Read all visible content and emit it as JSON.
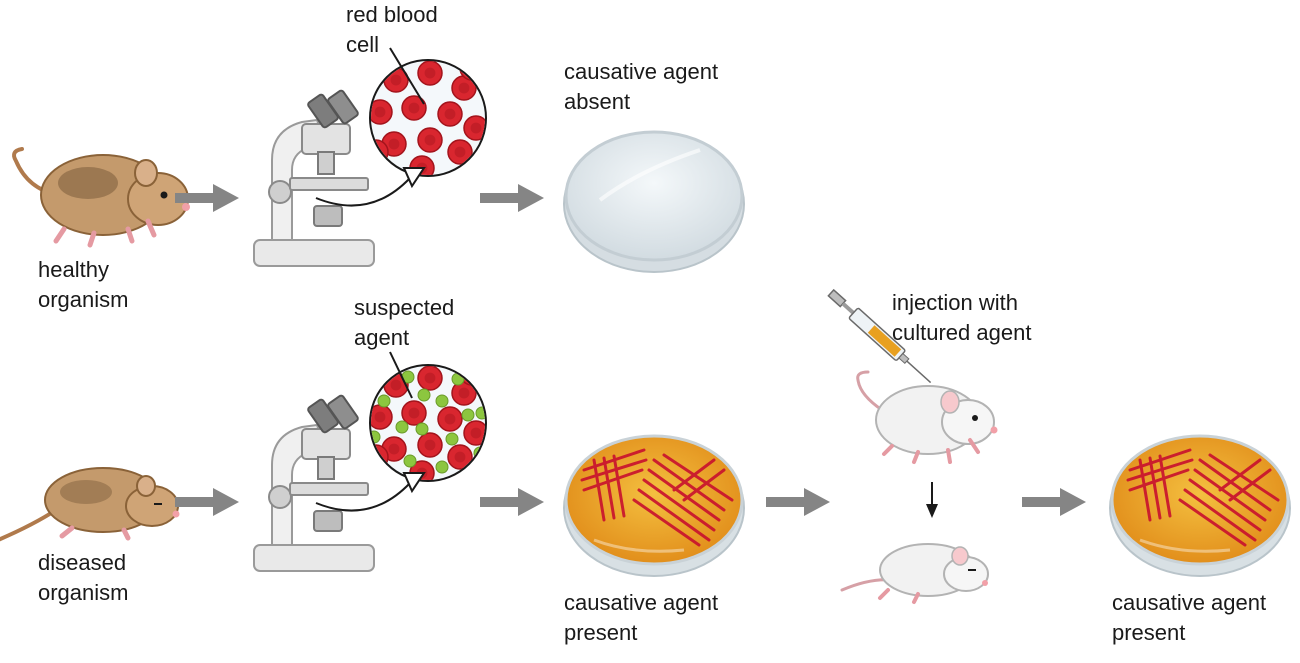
{
  "labels": {
    "healthy": [
      "healthy",
      "organism"
    ],
    "diseased": [
      "diseased",
      "organism"
    ],
    "red_blood_cell": [
      "red blood",
      "cell"
    ],
    "suspected_agent": [
      "suspected",
      "agent"
    ],
    "causative_absent": [
      "causative agent",
      "absent"
    ],
    "causative_present_1": [
      "causative agent",
      "present"
    ],
    "causative_present_2": [
      "causative agent",
      "present"
    ],
    "injection": [
      "injection with",
      "cultured agent"
    ]
  },
  "colors": {
    "arrow": "#858585",
    "mouse_brown": "#c49a6c",
    "mouse_white": "#f2f2f2",
    "blood_cell": "#d9262f",
    "agent": "#8cc63f",
    "agar": "#e8a020",
    "streak": "#c8102e",
    "dish": "#dfe6ea"
  },
  "icons": [
    "mouse-icon",
    "microscope-icon",
    "magnified-view-icon",
    "petri-dish-icon",
    "syringe-icon",
    "arrow-icon"
  ]
}
